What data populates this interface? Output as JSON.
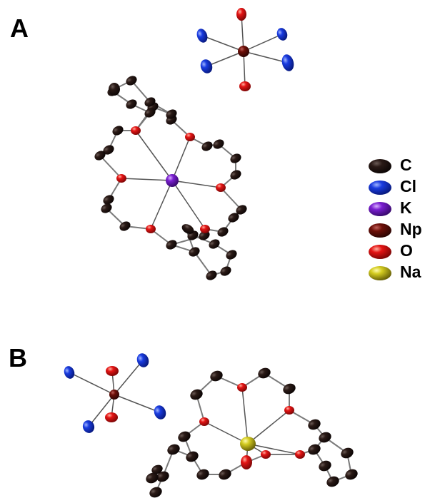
{
  "panels": [
    {
      "label": "A"
    },
    {
      "label": "B"
    }
  ],
  "legend": [
    {
      "element": "C",
      "color": "#231410"
    },
    {
      "element": "Cl",
      "color": "#1030d0"
    },
    {
      "element": "K",
      "color": "#7a1fd0"
    },
    {
      "element": "Np",
      "color": "#6e0f08"
    },
    {
      "element": "O",
      "color": "#e01010"
    },
    {
      "element": "Na",
      "color": "#c8c21a"
    }
  ]
}
